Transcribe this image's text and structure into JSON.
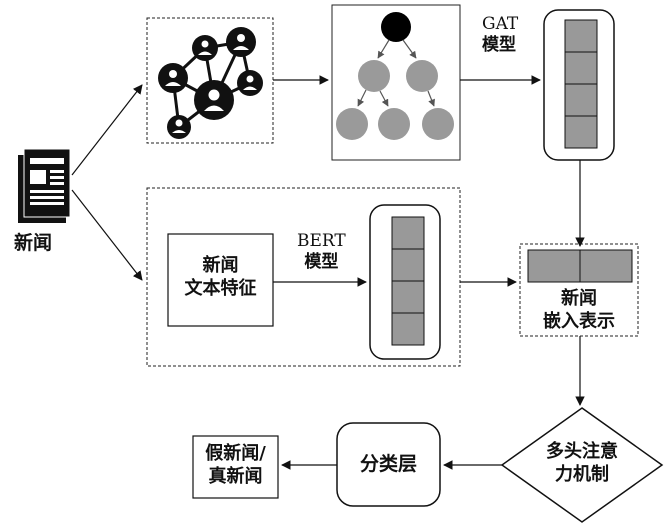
{
  "news_label": "新闻",
  "gat": {
    "line1": "GAT",
    "line2": "模型"
  },
  "bert": {
    "line1": "BERT",
    "line2": "模型"
  },
  "text_features": {
    "line1": "新闻",
    "line2": "文本特征"
  },
  "embedding": {
    "line1": "新闻",
    "line2": "嵌入表示"
  },
  "attention": {
    "line1": "多头注意",
    "line2": "力机制"
  },
  "classifier": "分类层",
  "output": {
    "line1": "假新闻/",
    "line2": "真新闻"
  }
}
